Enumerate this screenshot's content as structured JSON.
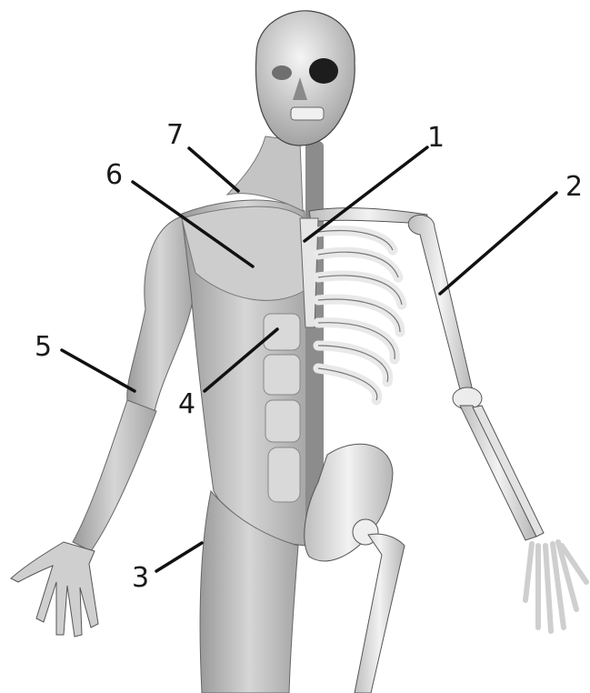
{
  "labels": {
    "l1": "1",
    "l2": "2",
    "l3": "3",
    "l4": "4",
    "l5": "5",
    "l6": "6",
    "l7": "7"
  },
  "colors": {
    "background": "#ffffff",
    "muscle": "#c9c9c9",
    "bone": "#e9e9e9",
    "outline": "#555555",
    "leader": "#111111"
  }
}
